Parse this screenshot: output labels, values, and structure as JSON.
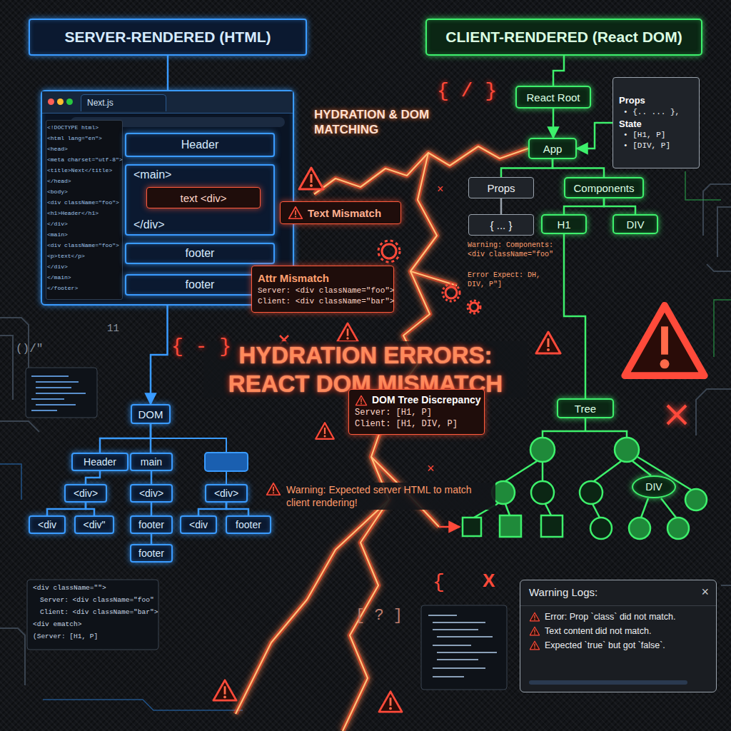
{
  "diagram": {
    "title": "HYDRATION ERRORS: REACT DOM MISMATCH",
    "nodes": [
      {
        "text": [
          "SERVER-RENDERED (HTML)"
        ]
      },
      {
        "text": [
          "CLIENT-RENDERED (React DOM)"
        ]
      },
      {
        "text": [
          "Next.js"
        ]
      },
      {
        "text": [
          "Header"
        ],
        "in": 2
      },
      {
        "text": [
          "<main>",
          "</div>"
        ],
        "in": 2
      },
      {
        "text": [
          "text <div>"
        ],
        "in": 4
      },
      {
        "text": [
          "footer"
        ],
        "in": 2
      },
      {
        "text": [
          "footer"
        ],
        "in": 2
      },
      {
        "text": [
          "Text Mismatch"
        ]
      },
      {
        "text": [
          "Attr Mismatch",
          "Server: <div className=\"foo\">",
          "Client: <div className=\"bar\">"
        ]
      },
      {
        "text": [
          "React Root"
        ]
      },
      {
        "text": [
          "Props",
          "• {.. ... },",
          "State",
          "• [H1, P]",
          "• [DIV, P]"
        ]
      },
      {
        "text": [
          "App"
        ]
      },
      {
        "text": [
          "Props"
        ]
      },
      {
        "text": [
          "Components"
        ]
      },
      {
        "text": [
          "{ ... }"
        ]
      },
      {
        "text": [
          "H1"
        ]
      },
      {
        "text": [
          "DIV"
        ]
      },
      {
        "text": [
          "DOM Tree Discrepancy",
          "Server: [H1, P]",
          "Client: [H1, DIV, P]"
        ]
      },
      {
        "text": [
          "DOM"
        ]
      },
      {
        "text": [
          "Header"
        ]
      },
      {
        "text": [
          "main"
        ]
      },
      {
        "text": [
          "<div>"
        ]
      },
      {
        "text": [
          "<div>"
        ]
      },
      {
        "text": [
          "<div>"
        ]
      },
      {
        "text": [
          "<div"
        ]
      },
      {
        "text": [
          "<div\""
        ]
      },
      {
        "text": [
          "footer"
        ]
      },
      {
        "text": [
          "<div"
        ]
      },
      {
        "text": [
          "footer"
        ]
      },
      {
        "text": [
          "footer"
        ]
      },
      {
        "text": [
          "Tree"
        ]
      },
      {
        "text": [
          "DIV"
        ]
      },
      {
        "text": [
          "Warning Logs:",
          "×",
          "Error: Prop `class` did not match.",
          "Text content did not match.",
          "Expected `true` but got `false`."
        ]
      }
    ],
    "edges": [
      {
        "from": 0,
        "to": 2,
        "arrow": "none"
      },
      {
        "from": 1,
        "to": 10,
        "arrow": "none"
      },
      {
        "from": 2,
        "to": 19,
        "arrow": "to"
      },
      {
        "from": 5,
        "to": 8,
        "arrow": "none"
      },
      {
        "from": 10,
        "to": 12,
        "arrow": "to"
      },
      {
        "from": 11,
        "to": 12,
        "arrow": "to"
      },
      {
        "from": 12,
        "to": 13,
        "arrow": "none"
      },
      {
        "from": 12,
        "to": 14,
        "arrow": "none"
      },
      {
        "from": 13,
        "to": 15,
        "arrow": "none"
      },
      {
        "from": 14,
        "to": 16,
        "arrow": "none"
      },
      {
        "from": 14,
        "to": 17,
        "arrow": "none"
      },
      {
        "from": 16,
        "to": 31,
        "arrow": "none"
      },
      {
        "from": 19,
        "to": 20,
        "arrow": "none"
      },
      {
        "from": 19,
        "to": 21,
        "arrow": "none"
      },
      {
        "from": 20,
        "to": 22,
        "arrow": "none"
      },
      {
        "from": 21,
        "to": 23,
        "arrow": "none"
      },
      {
        "from": 22,
        "to": 25,
        "arrow": "none"
      },
      {
        "from": 22,
        "to": 26,
        "arrow": "none"
      },
      {
        "from": 23,
        "to": 27,
        "arrow": "none"
      },
      {
        "from": 27,
        "to": 30,
        "arrow": "none"
      },
      {
        "from": 24,
        "to": 28,
        "arrow": "none"
      },
      {
        "from": 24,
        "to": 29,
        "arrow": "none"
      }
    ],
    "labels": [
      "HYDRATION & DOM MATCHING",
      "{ / }",
      "×",
      "{ - }",
      "()/\"",
      "11",
      "Warning: Components: <div className=\"foo\"",
      "Error Expect: DH, DIV, P\"]",
      "Warning: Expected server HTML to match client rendering!",
      "[ ? ]",
      "{",
      "X",
      "×",
      "<!DOCTYPE html>",
      "<html lang=\"en\">",
      "<head>",
      "<meta charset=\"utf-8\">",
      "<title>Next</title>",
      "</head>",
      "<body>",
      "<div className=\"foo\">",
      "<h1>Header</h1>",
      "</div>",
      "<main>",
      "<div className=\"foo\">",
      "<p>text</p>",
      "</div>",
      "</main>",
      "</footer>",
      "<div className=\"\">",
      "Server: <div className=\"foo\"",
      "Client: <div className=\"bar\">",
      "<div ematch>",
      "(Server: [H1, P]"
    ]
  }
}
